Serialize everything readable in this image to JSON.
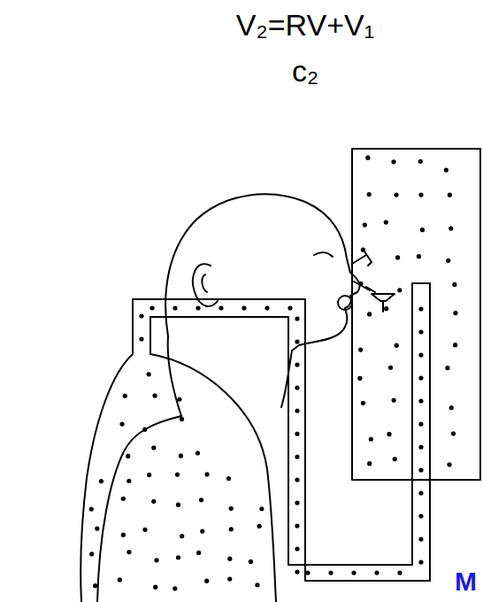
{
  "diagram": {
    "labels": [
      "V₂=RV+V₁",
      "c₂",
      "M"
    ]
  }
}
